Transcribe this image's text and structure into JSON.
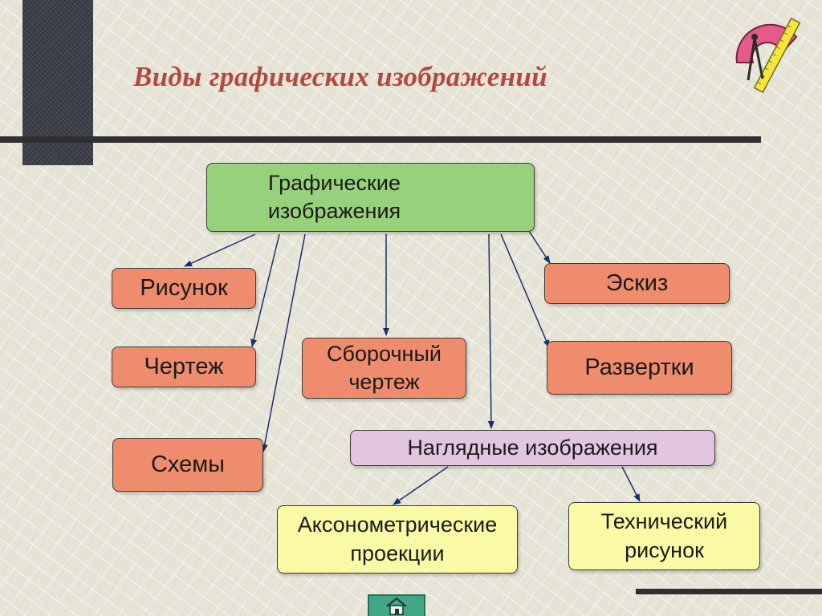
{
  "slide": {
    "title": "Виды графических изображений"
  },
  "diagram": {
    "root": {
      "line1": "Графические",
      "line2": "изображения"
    },
    "risunok": "Рисунок",
    "chertezh": "Чертеж",
    "skhemy": "Схемы",
    "sborochny": {
      "line1": "Сборочный",
      "line2": "чертеж"
    },
    "eskiz": "Эскиз",
    "razvertki": "Развертки",
    "naglyadnye": "Наглядные изображения",
    "axonometric": {
      "line1": "Аксонометрические",
      "line2": "проекции"
    },
    "technical": {
      "line1": "Технический",
      "line2": "рисунок"
    }
  },
  "icons": {
    "corner": "protractor-ruler-compass-icon",
    "nav": "home-icon"
  },
  "colors": {
    "title": "#b5473f",
    "root_box": "#98d17c",
    "leaf_box": "#ef8c6d",
    "visual_box": "#e2c5de",
    "sub_box": "#fafaa6",
    "arrow": "#1b2e6b",
    "home_button": "#41a786"
  }
}
